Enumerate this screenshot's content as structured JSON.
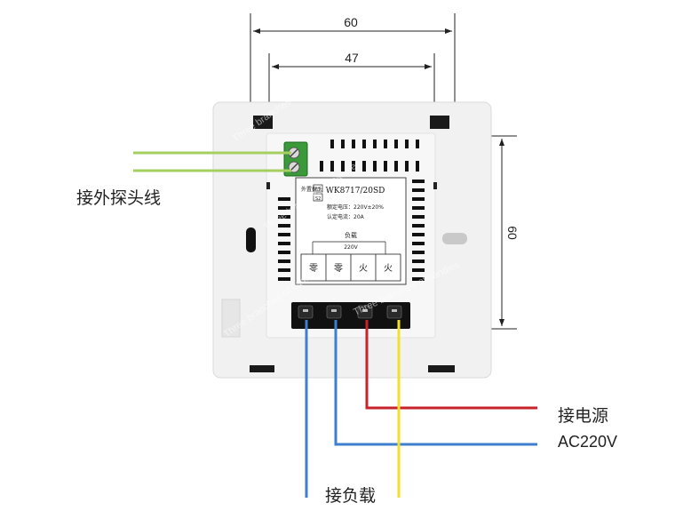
{
  "dimensions": {
    "top_width": "60",
    "inner_width": "47",
    "height": "60"
  },
  "device": {
    "model": "WK8717/20SD",
    "rated_voltage": "额定电压：220V±20%",
    "rated_current": "认定电流：20A",
    "load_label": "负载",
    "load_voltage": "220V",
    "terminals": [
      "零",
      "零",
      "火",
      "火"
    ],
    "probe_tag": "外置探头",
    "switch_labels": [
      "S1",
      "S2"
    ]
  },
  "labels": {
    "probe_wire": "接外探头线",
    "power": "接电源",
    "power_voltage": "AC220V",
    "load": "接负载"
  },
  "watermark": "Three branches of candies",
  "colors": {
    "probe_wire": "#a6cf62",
    "blue_wire": "#3f7fcf",
    "red_wire": "#c8232b",
    "yellow_wire": "#f2e12a",
    "panel": "#f1f1f1",
    "terminal_block": "#111111",
    "connector_green": "#3a9a3a"
  }
}
